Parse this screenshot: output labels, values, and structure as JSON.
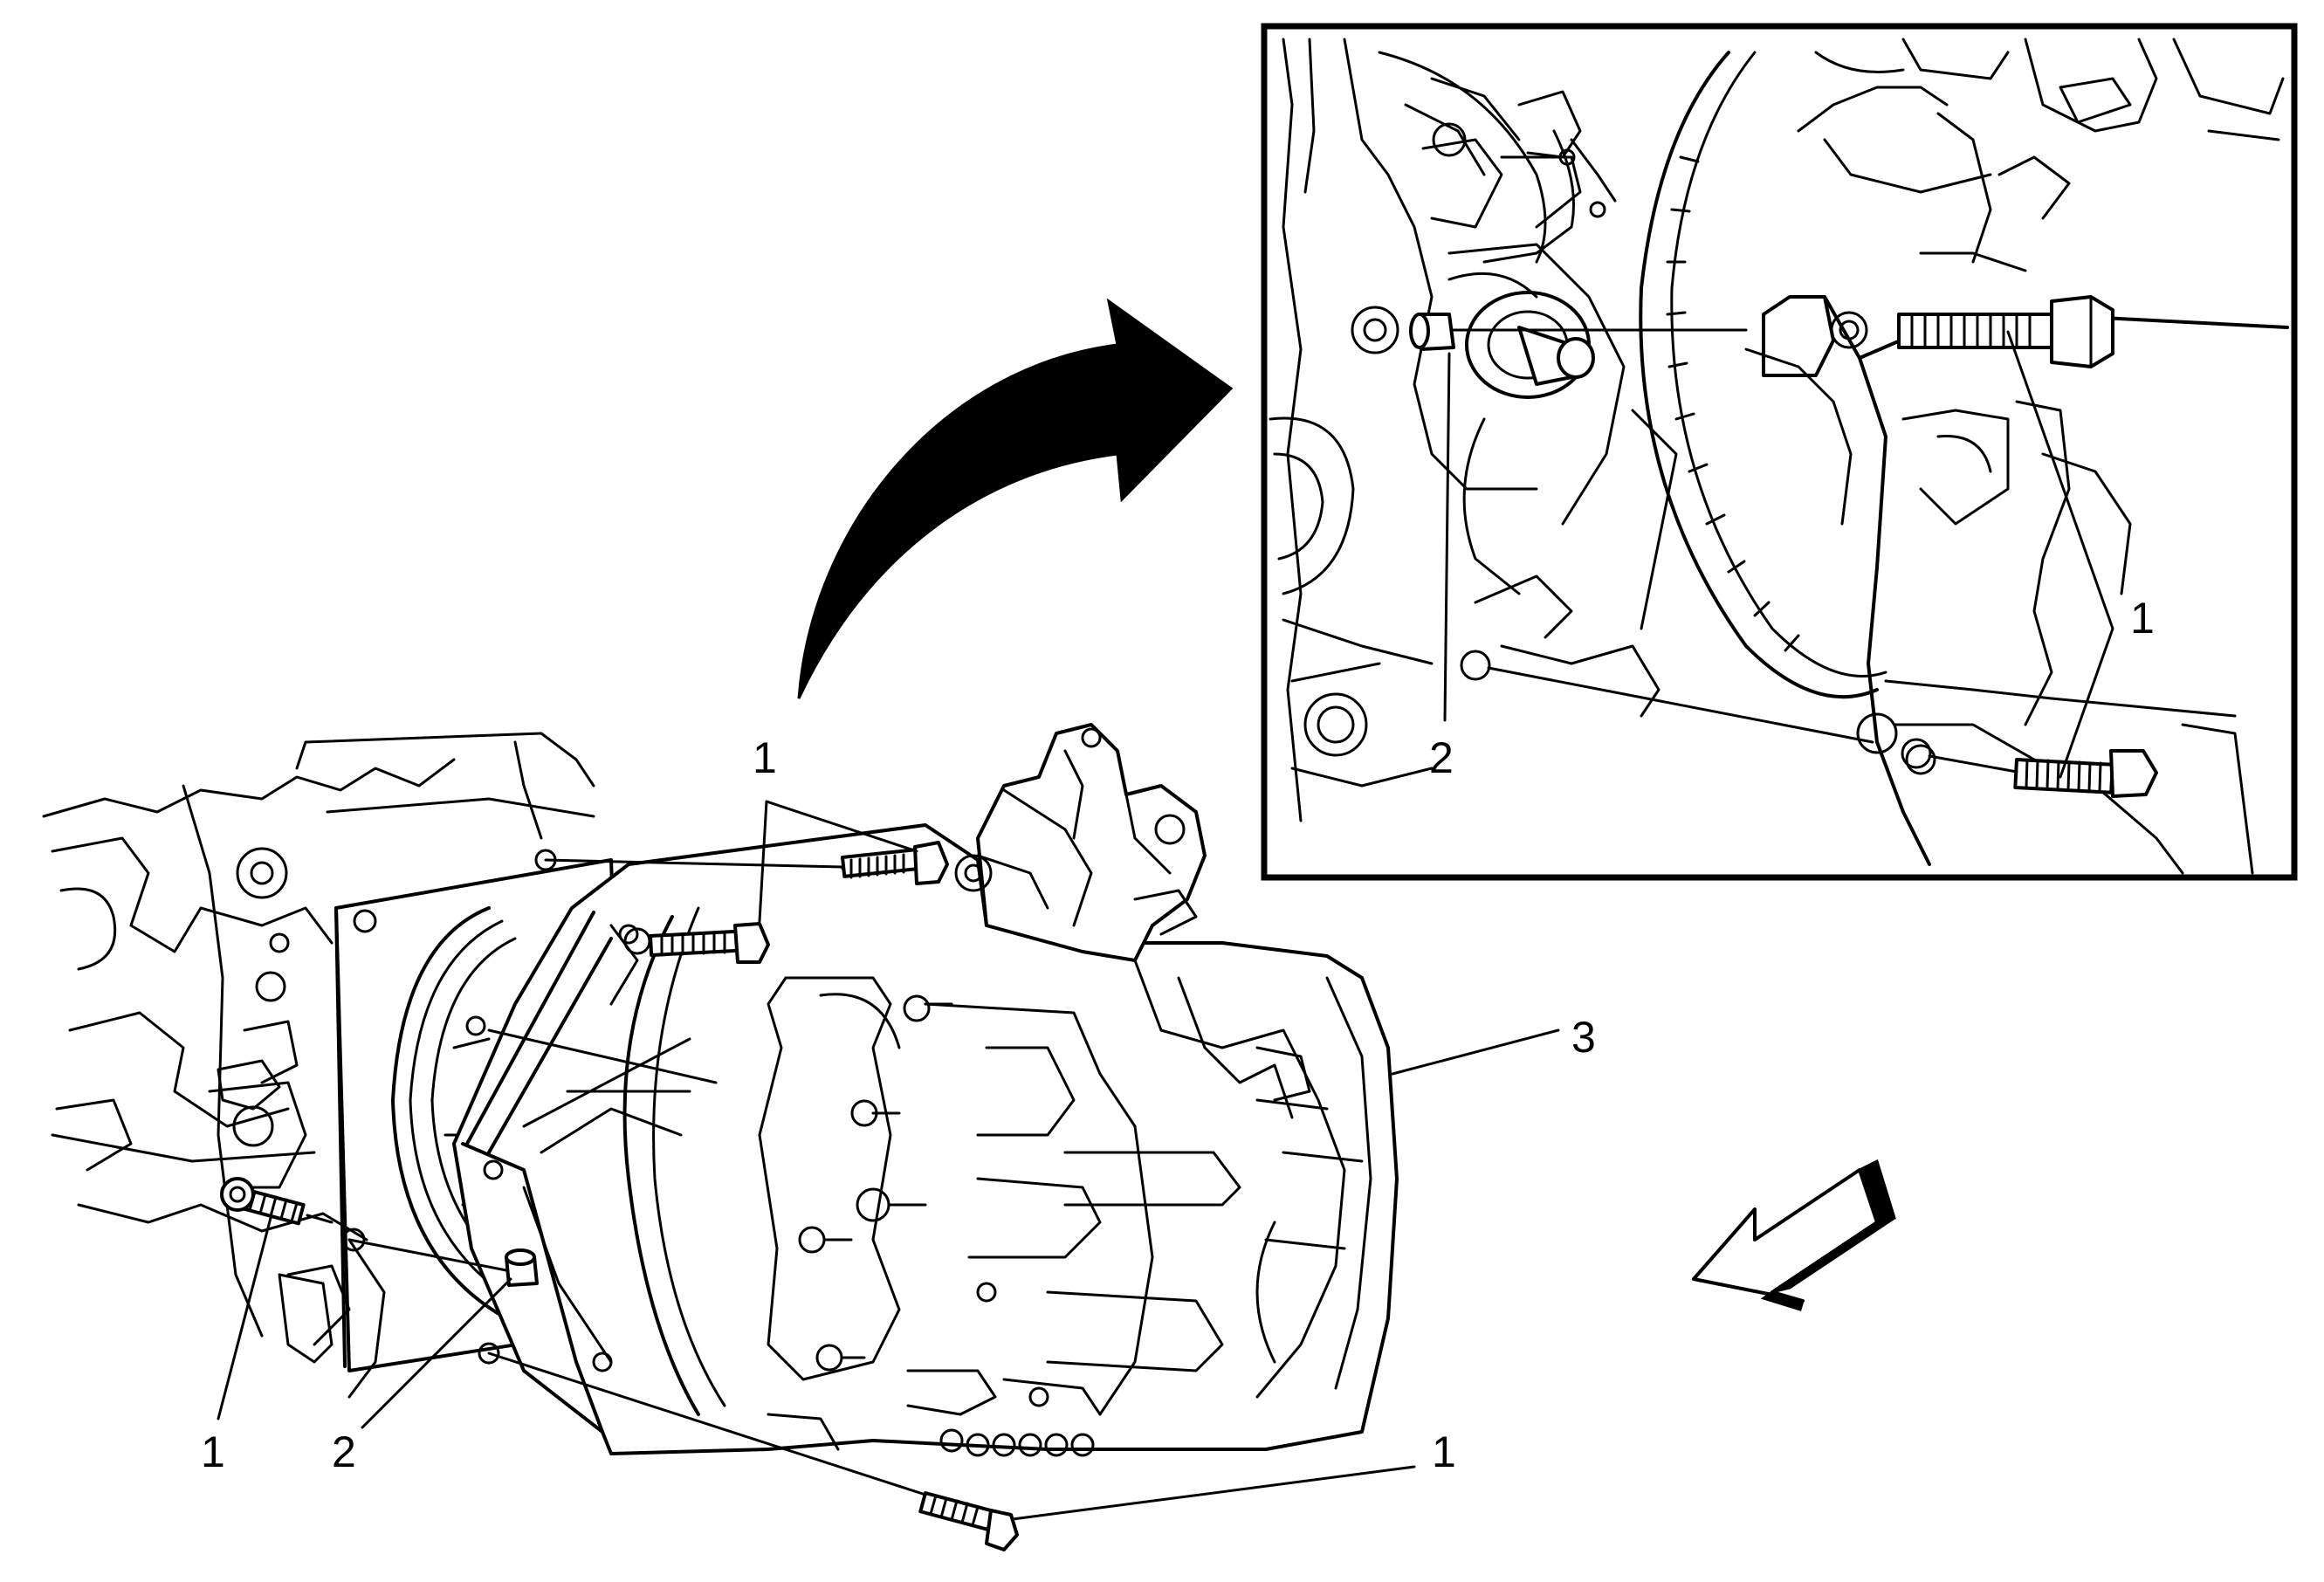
{
  "figure": {
    "background": "#ffffff",
    "line_color": "#000000"
  },
  "callouts": {
    "main_bolt_top": "1",
    "main_bolt_left": "1",
    "main_bolt_bottom": "1",
    "main_dowel": "2",
    "main_transmission": "3",
    "inset_bolt": "1",
    "inset_dowel": "2"
  },
  "icons": {
    "view_arrow": "curved-arrow-icon",
    "direction_arrow": "direction-arrow-icon"
  }
}
